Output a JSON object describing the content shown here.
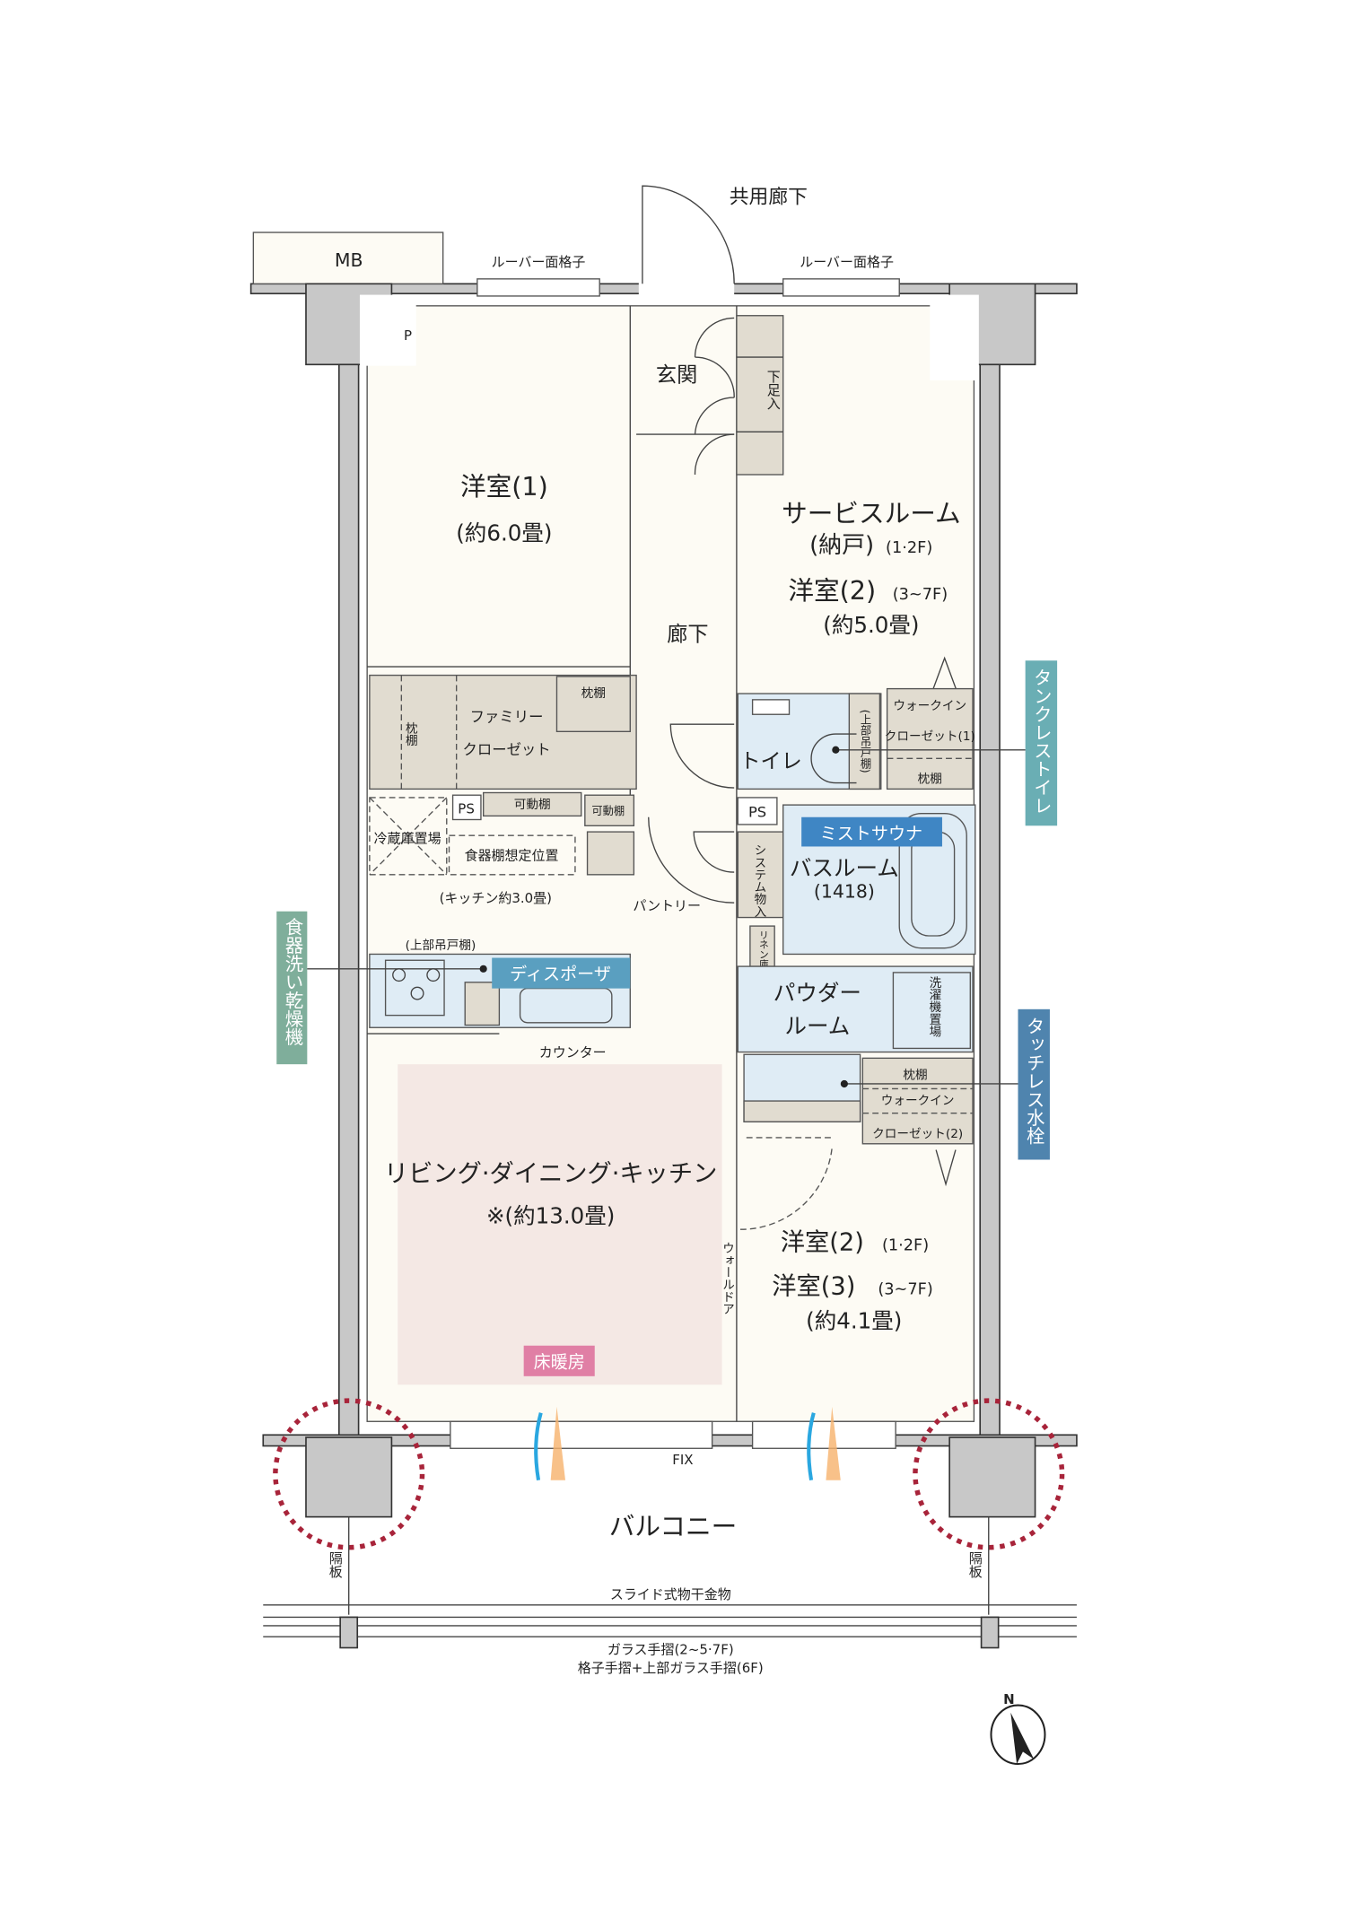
{
  "labels": {
    "common_corridor": "共用廊下",
    "mb": "MB",
    "louver_left": "ルーバー面格子",
    "louver_right": "ルーバー面格子",
    "p": "P",
    "entrance": "玄関",
    "shoe_storage": "下足入",
    "western_room_1": "洋室(1)",
    "western_room_1_size": "(約6.0畳)",
    "service_room": "サービスルーム",
    "storage_room": "(納戸)",
    "storage_room_floors": "(1·2F)",
    "western_room_2": "洋室(2)",
    "western_room_2_floors": "(3~7F)",
    "western_room_2_size": "(約5.0畳)",
    "corridor": "廊下",
    "pillow_shelf_1": "枕棚",
    "pillow_shelf_2": "枕棚",
    "pillow_shelf_3": "枕棚",
    "pillow_shelf_4": "枕棚",
    "family_closet_1": "ファミリー",
    "family_closet_2": "クローゼット",
    "toilet": "トイレ",
    "upper_cabinet_toilet": "(上部吊戸棚)",
    "walkin_1a": "ウォークイン",
    "walkin_1b": "クローゼット(1)",
    "ps_1": "PS",
    "ps_2": "PS",
    "movable_shelf_1": "可動棚",
    "movable_shelf_2": "可動棚",
    "fridge": "冷蔵庫置場",
    "dish_cabinet": "食器棚想定位置",
    "kitchen_size": "(キッチン約3.0畳)",
    "pantry": "パントリー",
    "system_storage": "システム物入",
    "mist_sauna": "ミストサウナ",
    "bathroom": "バスルーム",
    "bathroom_size": "(1418)",
    "linen": "リネン庫",
    "upper_cabinet_kitchen": "(上部吊戸棚)",
    "disposer": "ディスポーザ",
    "counter": "カウンター",
    "powder_room_1": "パウダー",
    "powder_room_2": "ルーム",
    "washer": "洗濯機置場",
    "walkin_2a": "ウォークイン",
    "walkin_2b": "クローゼット(2)",
    "ldk": "リビング·ダイニング·キッチン",
    "ldk_size": "※(約13.0畳)",
    "floor_heating": "床暖房",
    "wall_door": "ウォールドア",
    "western_room_2b": "洋室(2)",
    "western_room_2b_floors": "(1·2F)",
    "western_room_3": "洋室(3)",
    "western_room_3_floors": "(3~7F)",
    "western_room_3_size": "(約4.1畳)",
    "fix": "FIX",
    "balcony": "バルコニー",
    "partition_left": "隔板",
    "partition_right": "隔板",
    "clothes_hanger": "スライド式物干金物",
    "railing_1": "ガラス手摺(2~5·7F)",
    "railing_2": "格子手摺+上部ガラス手摺(6F)",
    "north": "N"
  },
  "callouts": {
    "dishwasher": "食器洗い乾燥機",
    "tankless_toilet": "タンクレストイレ",
    "touchless_faucet": "タッチレス水栓"
  },
  "colors": {
    "dishwasher": "#7fae9b",
    "tankless_toilet": "#6aaeb4",
    "touchless_faucet": "#4f84ae",
    "mist_sauna": "#3f86c4",
    "disposer": "#5a9fc0",
    "floor_heating": "#e07fa5",
    "highlight_circle": "#a8243a"
  }
}
